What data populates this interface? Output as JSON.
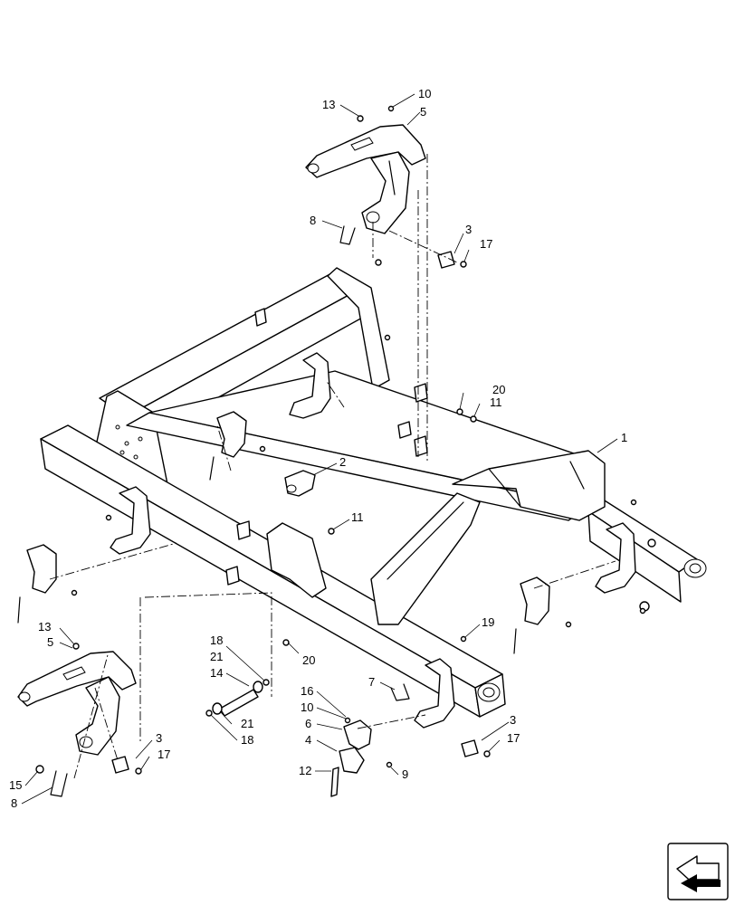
{
  "callouts": [
    {
      "id": "c1",
      "label": "1"
    },
    {
      "id": "c2",
      "label": "2"
    },
    {
      "id": "c3a",
      "label": "3"
    },
    {
      "id": "c3b",
      "label": "3"
    },
    {
      "id": "c3c",
      "label": "3"
    },
    {
      "id": "c4",
      "label": "4"
    },
    {
      "id": "c5a",
      "label": "5"
    },
    {
      "id": "c5b",
      "label": "5"
    },
    {
      "id": "c6",
      "label": "6"
    },
    {
      "id": "c7",
      "label": "7"
    },
    {
      "id": "c8a",
      "label": "8"
    },
    {
      "id": "c8b",
      "label": "8"
    },
    {
      "id": "c9",
      "label": "9"
    },
    {
      "id": "c10a",
      "label": "10"
    },
    {
      "id": "c10b",
      "label": "10"
    },
    {
      "id": "c11a",
      "label": "11"
    },
    {
      "id": "c11b",
      "label": "11"
    },
    {
      "id": "c12",
      "label": "12"
    },
    {
      "id": "c13a",
      "label": "13"
    },
    {
      "id": "c13b",
      "label": "13"
    },
    {
      "id": "c14",
      "label": "14"
    },
    {
      "id": "c15",
      "label": "15"
    },
    {
      "id": "c16",
      "label": "16"
    },
    {
      "id": "c17a",
      "label": "17"
    },
    {
      "id": "c17b",
      "label": "17"
    },
    {
      "id": "c17c",
      "label": "17"
    },
    {
      "id": "c18a",
      "label": "18"
    },
    {
      "id": "c18b",
      "label": "18"
    },
    {
      "id": "c19",
      "label": "19"
    },
    {
      "id": "c20a",
      "label": "20"
    },
    {
      "id": "c20b",
      "label": "20"
    },
    {
      "id": "c21a",
      "label": "21"
    },
    {
      "id": "c21b",
      "label": "21"
    }
  ],
  "icons": {
    "nav": "page-navigation-arrow-icon"
  }
}
